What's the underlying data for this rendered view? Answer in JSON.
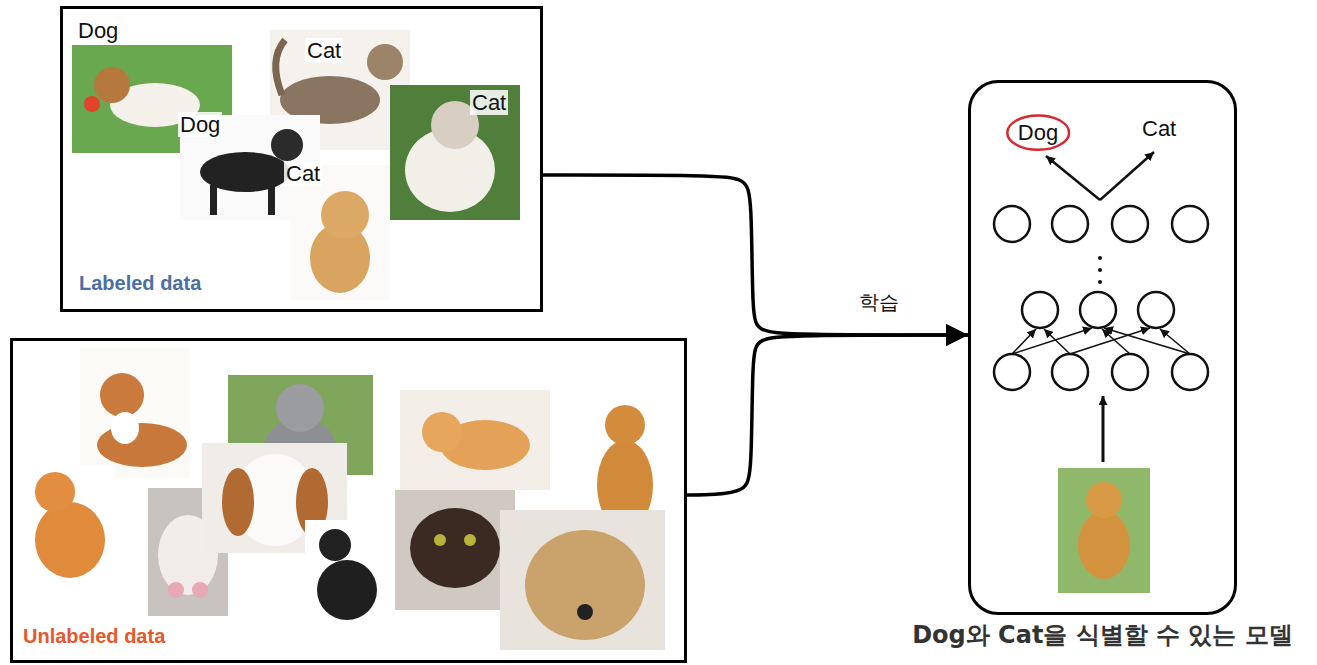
{
  "diagram": {
    "nodes": [
      {
        "text": [
          "Labeled data"
        ]
      },
      {
        "text": [
          "Unlabeled data"
        ]
      },
      {
        "text": [
          "Dog와 Cat을 식별할 수 있는 모델"
        ]
      },
      {
        "text": [
          "Dog"
        ],
        "in": 2
      }
    ],
    "edges": [
      {
        "from": 0,
        "to": 2,
        "arrow": "to",
        "label": "학습"
      },
      {
        "from": 1,
        "to": 2,
        "arrow": "to"
      }
    ],
    "labels": [
      "Dog",
      "Cat",
      "Cat",
      "Dog",
      "Cat",
      "Cat"
    ]
  }
}
